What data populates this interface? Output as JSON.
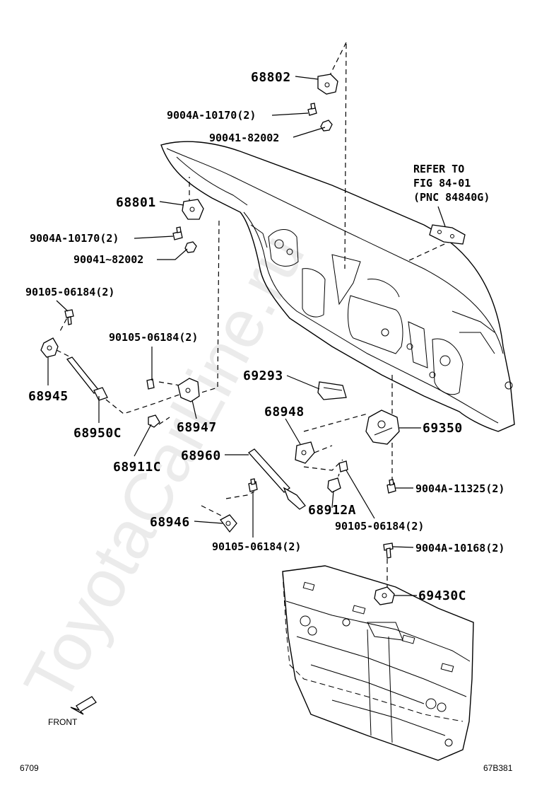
{
  "watermark": "ToyotaCarLine.ru",
  "refer_note": {
    "line1": "REFER TO",
    "line2": "FIG 84-01",
    "line3": "(PNC 84840G)"
  },
  "labels": {
    "p68802": "68802",
    "p9004a_10170_top": "9004A-10170(2)",
    "p90041_82002_top": "90041-82002",
    "p68801": "68801",
    "p9004a_10170_left": "9004A-10170(2)",
    "p90041_82002_left": "90041~82002",
    "p90105_06184_a": "90105-06184(2)",
    "p68945": "68945",
    "p68950c": "68950C",
    "p90105_06184_b": "90105-06184(2)",
    "p68947": "68947",
    "p68911c": "68911C",
    "p69293": "69293",
    "p68948": "68948",
    "p69350": "69350",
    "p68960": "68960",
    "p9004a_11325": "9004A-11325(2)",
    "p68946": "68946",
    "p68912a": "68912A",
    "p90105_06184_c": "90105-06184(2)",
    "p90105_06184_d": "90105-06184(2)",
    "p9004a_10168": "9004A-10168(2)",
    "p69430c": "69430C"
  },
  "front_label": "FRONT",
  "footer": {
    "left": "6709",
    "right": "67B381"
  }
}
